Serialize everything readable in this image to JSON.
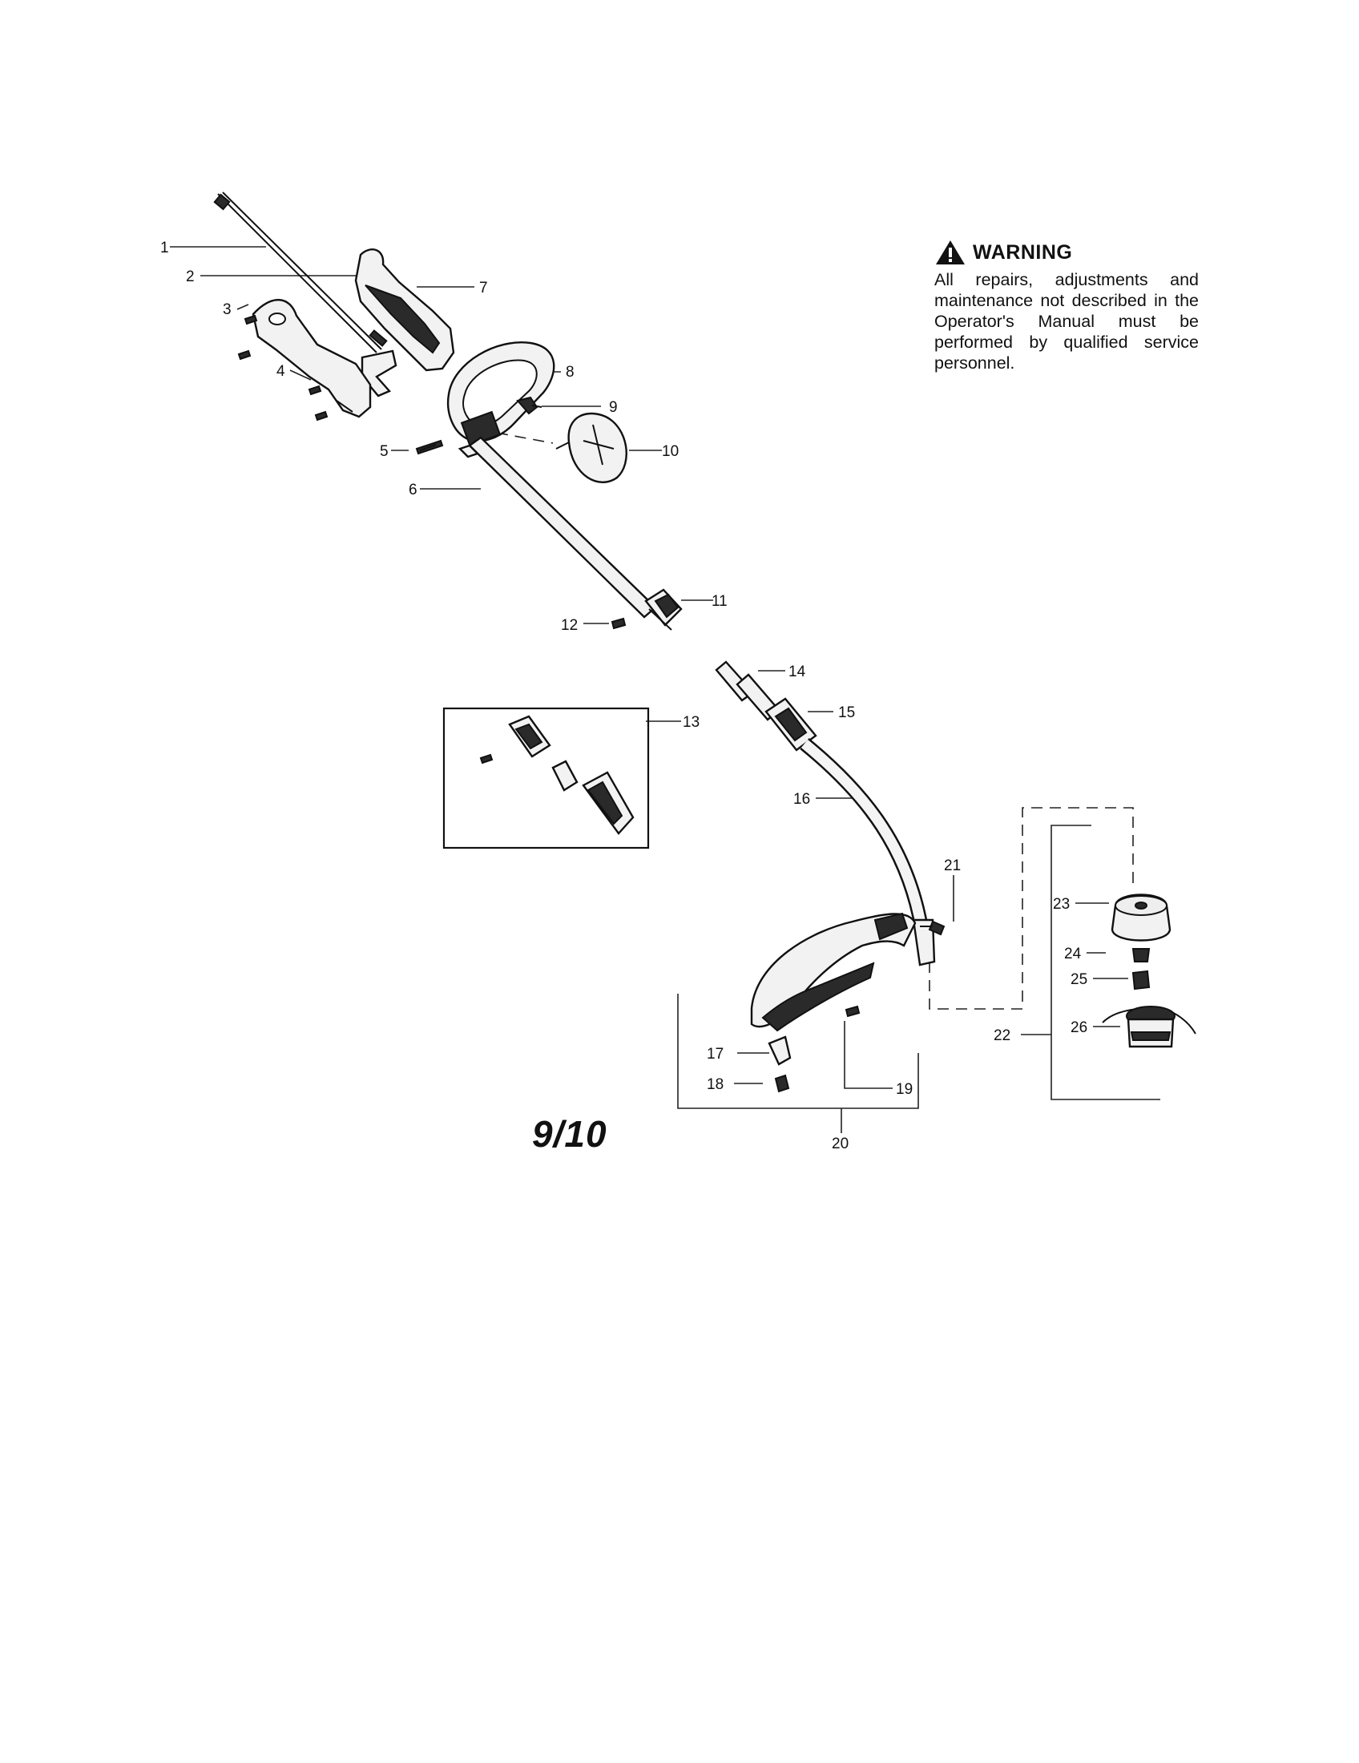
{
  "warning": {
    "title": "WARNING",
    "text": "All repairs, adjustments and maintenance not described in the Operator's Manual must be performed by qualified service personnel."
  },
  "page_number": "9/10",
  "callouts": [
    "1",
    "2",
    "3",
    "4",
    "5",
    "6",
    "7",
    "8",
    "9",
    "10",
    "11",
    "12",
    "13",
    "14",
    "15",
    "16",
    "17",
    "18",
    "19",
    "20",
    "21",
    "22",
    "23",
    "24",
    "25",
    "26"
  ]
}
